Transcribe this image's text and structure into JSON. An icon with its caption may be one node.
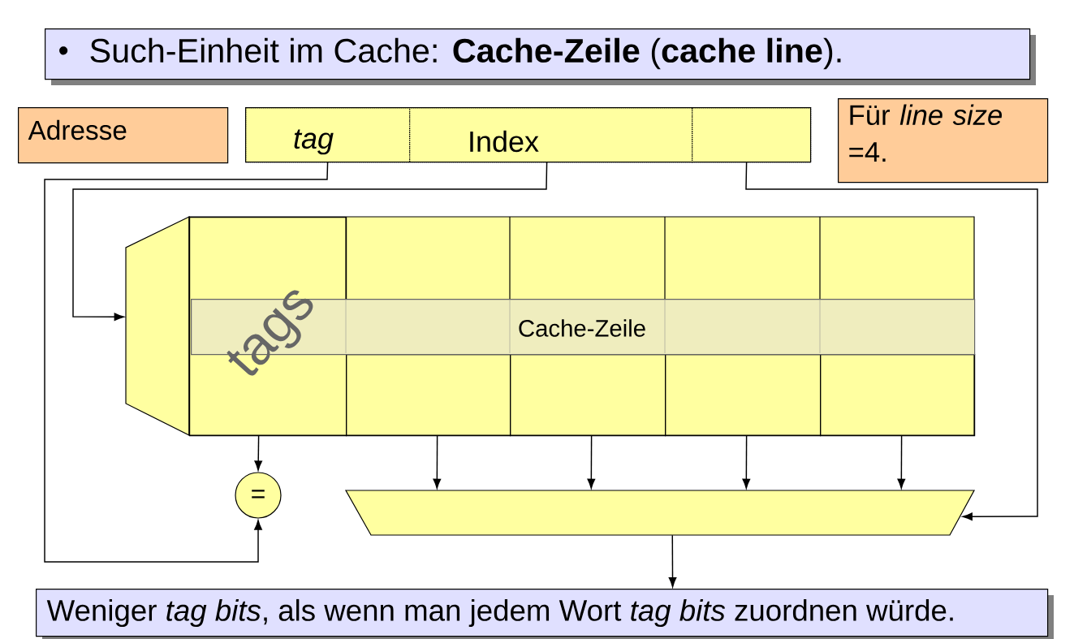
{
  "diagram": {
    "nodes": [
      {
        "text": [
          "•",
          "Such-Einheit im Cache: **Cache-Zeile** (**cache line**)."
        ]
      },
      {
        "text": [
          "Adresse"
        ]
      },
      {
        "text": [],
        "shape": "box"
      },
      {
        "text": [
          "tag"
        ],
        "in": 2
      },
      {
        "text": [
          "Index"
        ],
        "in": 2
      },
      {
        "text": [],
        "shape": "box",
        "in": 2
      },
      {
        "text": [
          "Für *line size* =4."
        ]
      },
      {
        "text": [],
        "shape": "trapezoid"
      },
      {
        "text": [
          "tags"
        ]
      },
      {
        "text": [],
        "shape": "box"
      },
      {
        "text": [],
        "shape": "box"
      },
      {
        "text": [],
        "shape": "box"
      },
      {
        "text": [],
        "shape": "box"
      },
      {
        "text": [
          "Cache-Zeile"
        ]
      },
      {
        "text": [
          "="
        ]
      },
      {
        "text": [],
        "shape": "trapezoid"
      },
      {
        "text": [
          "Weniger *tag bits*, als wenn man jedem Wort *tag bits* zuordnen würde."
        ]
      }
    ],
    "edges": [
      {
        "from": 3,
        "to": 14,
        "arrow": "to"
      },
      {
        "from": 4,
        "to": 7,
        "arrow": "to"
      },
      {
        "from": 5,
        "to": 15,
        "arrow": "to"
      },
      {
        "from": 8,
        "to": 14,
        "arrow": "to"
      },
      {
        "from": 9,
        "to": 15,
        "arrow": "to"
      },
      {
        "from": 10,
        "to": 15,
        "arrow": "to"
      },
      {
        "from": 11,
        "to": 15,
        "arrow": "to"
      },
      {
        "from": 12,
        "to": 15,
        "arrow": "to"
      },
      {
        "from": 15,
        "to": 16,
        "arrow": "to"
      }
    ]
  }
}
